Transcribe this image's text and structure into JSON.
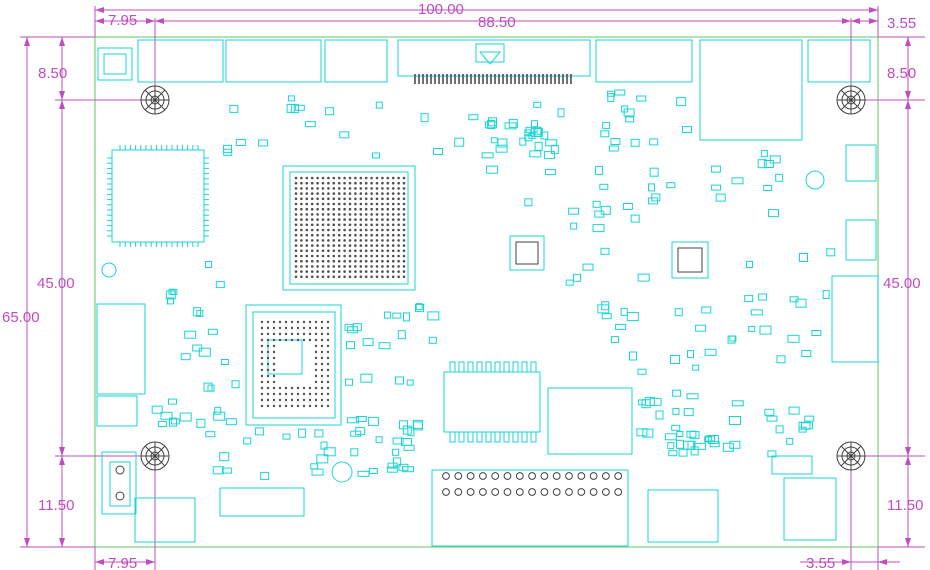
{
  "dimensions": {
    "top_left_offset": "7.95",
    "total_width": "100.00",
    "hole_span_width": "88.50",
    "top_right_offset": "3.55",
    "left_top_margin": "8.50",
    "right_top_margin": "8.50",
    "left_hole_span_height": "45.00",
    "right_hole_span_height": "45.00",
    "total_height": "65.00",
    "left_bottom_margin": "11.50",
    "right_bottom_margin": "11.50",
    "bottom_left_offset": "7.95",
    "bottom_right_offset": "3.55"
  },
  "colors": {
    "dimension": "#c04cc0",
    "silkscreen": "#19d4d4",
    "components": "#505050",
    "board_edge": "#7ad07a"
  }
}
